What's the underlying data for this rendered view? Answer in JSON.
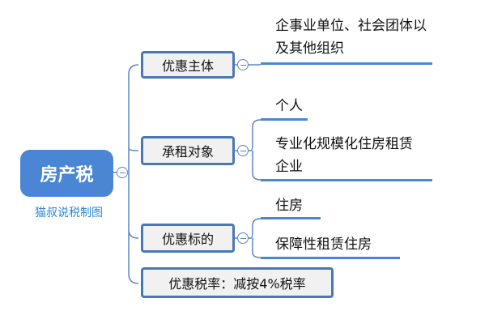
{
  "root": {
    "title": "房产税",
    "caption": "猫叔说税制图"
  },
  "branches": [
    {
      "label": "优惠主体",
      "leaves": [
        "企事业单位、社会团体以及其他组织"
      ]
    },
    {
      "label": "承租对象",
      "leaves": [
        "个人",
        "专业化规模化住房租赁企业"
      ]
    },
    {
      "label": "优惠标的",
      "leaves": [
        "住房",
        "保障性租赁住房"
      ]
    },
    {
      "label": "优惠税率：减按4%税率",
      "leaves": []
    }
  ],
  "colors": {
    "accent": "#4a86d4",
    "node_border": "#4a78b4",
    "node_fill": "#f1f1f1",
    "caption": "#2f86d8"
  }
}
